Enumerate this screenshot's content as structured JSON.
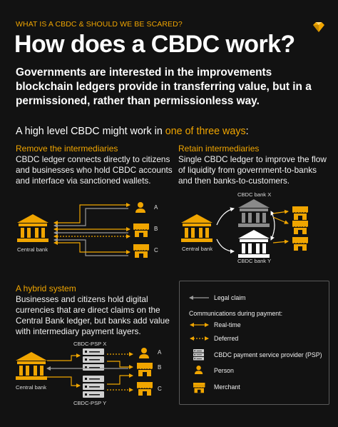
{
  "header": {
    "kicker": "WHAT IS A CBDC & SHOULD WE BE SCARED?",
    "title": "How does a CBDC work?",
    "intro": "Governments are interested in the improvements blockchain ledgers provide in transferring value, but in a permissioned, rather than permissionless way.",
    "lead_prefix": "A high level CBDC might work in ",
    "lead_highlight": "one of three ways",
    "lead_suffix": ":"
  },
  "sections": {
    "remove": {
      "title": "Remove the intermediaries",
      "description": "CBDC ledger connects directly to citizens and businesses who hold CBDC accounts and interface via sanctioned wallets.",
      "bank_label": "Central bank",
      "endpoints": [
        "A",
        "B",
        "C"
      ]
    },
    "retain": {
      "title": "Retain intermediaries",
      "description": "Single CBDC ledger to improve the flow of liquidity from government-to-banks and then banks-to-customers.",
      "bank_label": "Central bank",
      "bank_x_label": "CBDC bank X",
      "bank_y_label": "CBDC bank Y"
    },
    "hybrid": {
      "title": "A hybrid system",
      "description": "Businesses and citizens hold digital currencies that are direct claims on the Central Bank ledger, but banks add value with intermediary payment layers.",
      "bank_label": "Central bank",
      "psp_x_label": "CBDC-PSP X",
      "psp_y_label": "CBDC-PSP Y",
      "endpoints": [
        "A",
        "B",
        "C"
      ]
    }
  },
  "legend": {
    "legal_claim": "Legal claim",
    "comm_heading": "Communications during payment:",
    "realtime": "Real-time",
    "deferred": "Deferred",
    "psp": "CBDC payment service provider (PSP)",
    "person": "Person",
    "merchant": "Merchant"
  },
  "colors": {
    "accent": "#f0a500",
    "background": "#121212",
    "legal_claim_line": "#9a9a9a",
    "bank_x": "#8a8a8a",
    "bank_y": "#ffffff"
  }
}
